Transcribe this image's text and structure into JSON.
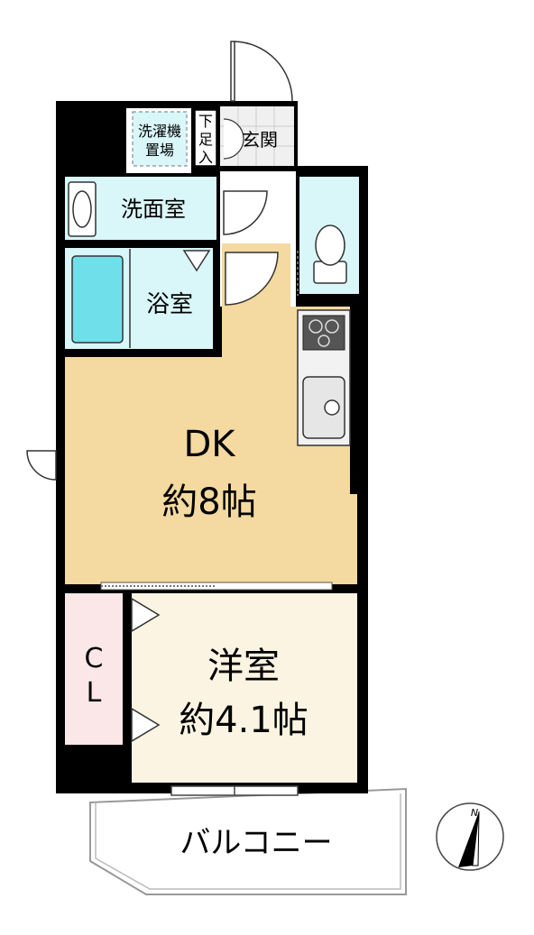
{
  "rooms": {
    "laundry": {
      "line1": "洗濯機",
      "line2": "置場"
    },
    "shoe": {
      "chars": [
        "下",
        "足",
        "入"
      ]
    },
    "entrance": {
      "label": "玄関"
    },
    "washroom": {
      "label": "洗面室"
    },
    "bathroom": {
      "label": "浴室"
    },
    "dk": {
      "name": "DK",
      "size": "約8帖"
    },
    "closet": {
      "line1": "C",
      "line2": "L"
    },
    "western": {
      "name": "洋室",
      "size": "約4.1帖"
    },
    "balcony": {
      "label": "バルコニー"
    }
  },
  "compass": {
    "north": "N"
  },
  "colors": {
    "wall": "#000000",
    "dk_floor": "#f4d9a0",
    "wet_area": "#d9f6f8",
    "bathtub": "#6fe0ea",
    "closet": "#fbe6e8",
    "western_floor": "#fbf4e2",
    "entrance_floor": "#f0f0f0"
  }
}
